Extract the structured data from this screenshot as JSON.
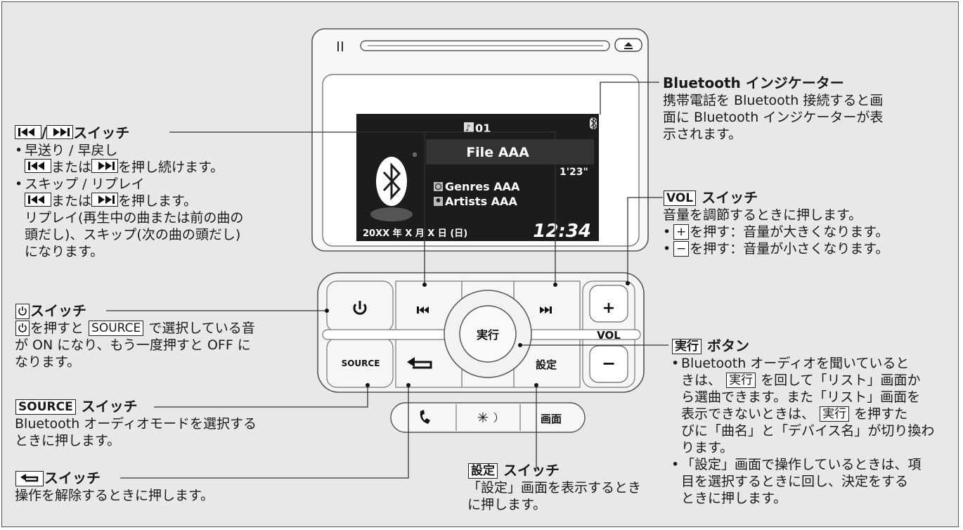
{
  "skip_section": {
    "title_suffix": "スイッチ",
    "item1": "早送り / 早戻し",
    "item1_text_a": "または",
    "item1_text_b": "を押し続けます。",
    "item2": "スキップ / リプレイ",
    "item2_text_a": "または",
    "item2_text_b": "を押します。",
    "note_l1": "リプレイ(再生中の曲または前の曲の",
    "note_l2": "頭だし)、スキップ(次の曲の頭だし)",
    "note_l3": "になります。"
  },
  "power_section": {
    "title_suffix": "スイッチ",
    "l1_a": "を押すと",
    "l1_source": "SOURCE",
    "l1_b": "で選択している音",
    "l2": "が ON になり、もう一度押すと OFF に",
    "l3": "なります。"
  },
  "source_section": {
    "title_key": "SOURCE",
    "title_suffix": "スイッチ",
    "l1": "Bluetooth オーディオモードを選択する",
    "l2": "ときに押します。"
  },
  "back_section": {
    "title_suffix": "スイッチ",
    "l1": "操作を解除するときに押します。"
  },
  "settings_section": {
    "title_key": "設定",
    "title_suffix": "スイッチ",
    "l1": "「設定」画面を表示するとき",
    "l2": "に押します。"
  },
  "bt_section": {
    "title": "Bluetooth インジケーター",
    "l1": "携帯電話を Bluetooth 接続すると画",
    "l2": "面に Bluetooth インジケーターが表",
    "l3": "示されます。"
  },
  "vol_section": {
    "title_key": "VOL",
    "title_suffix": "スイッチ",
    "l1": "音量を調節するときに押します。",
    "plus_key": "+",
    "plus_text": "を押す：音量が大きくなります。",
    "minus_key": "−",
    "minus_text": "を押す：音量が小さくなります。"
  },
  "enter_section": {
    "title_key": "実行",
    "title_suffix": "ボタン",
    "b1_l1": "Bluetooth オーディオを聞いていると",
    "b1_l2_a": "きは、",
    "b1_l2_key": "実行",
    "b1_l2_b": "を回して「リスト」画面か",
    "b1_l3": "ら選曲できます。また「リスト」画面を",
    "b1_l4_a": "表示できないときは、",
    "b1_l4_key": "実行",
    "b1_l4_b": "を押すた",
    "b1_l5": "びに「曲名」と「デバイス名」が切り換わ",
    "b1_l6": "ります。",
    "b2_l1": "「設定」画面で操作しているときは、項",
    "b2_l2": "目を選択するときに回し、決定をする",
    "b2_l3": "ときに押します。"
  },
  "screen": {
    "track": "01",
    "file": "File AAA",
    "time_elapsed": "1'23\"",
    "genre": "Genres AAA",
    "artist": "Artists AAA",
    "date": "20XX 年  X 月  X 日 (日)",
    "clock": "12:34"
  },
  "panel": {
    "enter_label": "実行",
    "vol_label": "VOL",
    "source_label": "SOURCE",
    "settings_label": "設定",
    "screen_button_label": "画面",
    "plus_label": "+",
    "minus_label": "−"
  },
  "colors": {
    "lcd_background": "#1c1c1c",
    "frame_background": "#e8e8e8"
  }
}
